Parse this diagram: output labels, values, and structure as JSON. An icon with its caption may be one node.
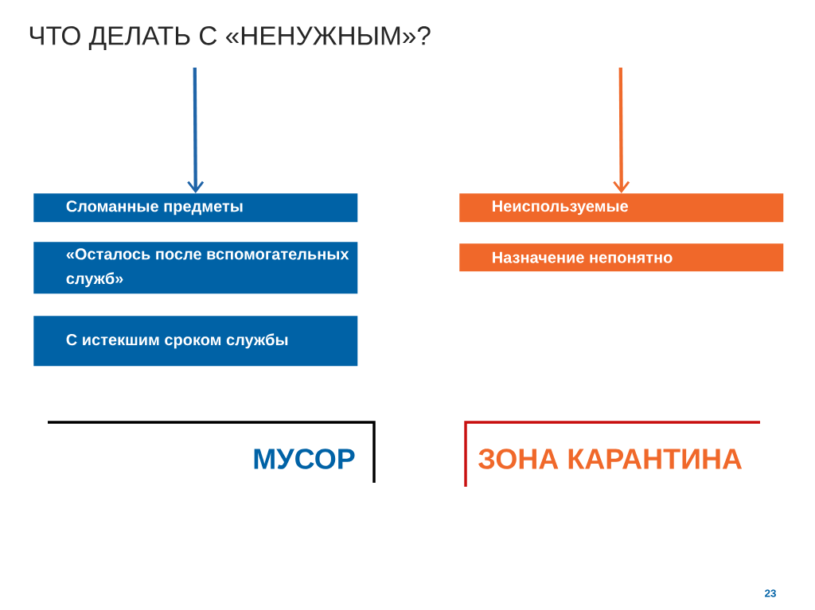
{
  "diagram": {
    "title": "ЧТО ДЕЛАТЬ С «НЕНУЖНЫМ»?",
    "nodes": [
      {
        "text": [
          "Сломанные предметы"
        ]
      },
      {
        "text": [
          "«Осталось после вспомогательных служб»"
        ]
      },
      {
        "text": [
          "С истекшим сроком службы"
        ]
      },
      {
        "text": [
          "Неиспользуемые"
        ]
      },
      {
        "text": [
          "Назначение непонятно"
        ]
      }
    ],
    "edges": [
      {
        "from": null,
        "to": 0,
        "arrow": "to",
        "color": "#1f64a8"
      },
      {
        "from": null,
        "to": 3,
        "arrow": "to",
        "color": "#ef6a2c"
      }
    ],
    "labels": [
      "МУСОР",
      "ЗОНА КАРАНТИНА",
      "23"
    ]
  }
}
